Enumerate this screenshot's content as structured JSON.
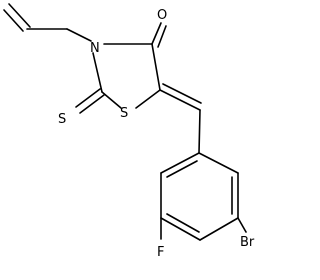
{
  "molecule": {
    "atoms": {
      "oxygen": "O",
      "nitrogen": "N",
      "thione_sulfur": "S",
      "ring_sulfur": "S",
      "bromine": "Br",
      "fluorine": "F"
    },
    "colors": {
      "bond": "#000000",
      "label": "#000000",
      "background": "#ffffff"
    }
  }
}
